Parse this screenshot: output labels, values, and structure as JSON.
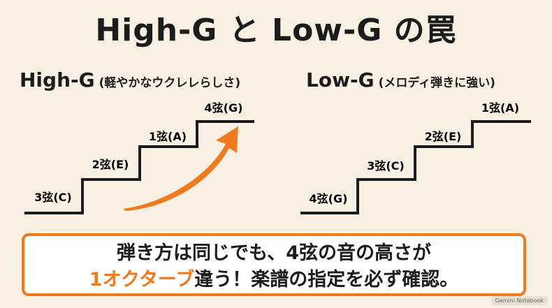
{
  "title": "High-G と Low-G の罠",
  "high_g": {
    "label": "High-G",
    "note": "(軽やかなウクレレらしさ)",
    "steps": [
      "3弦(C)",
      "2弦(E)",
      "1弦(A)",
      "4弦(G)"
    ]
  },
  "low_g": {
    "label": "Low-G",
    "note": "(メロディ弾きに強い)",
    "steps": [
      "4弦(G)",
      "3弦(C)",
      "2弦(E)",
      "1弦(A)"
    ]
  },
  "callout": {
    "line1": "弾き方は同じでも、4弦の音の高さが",
    "line2_accent": "1オクターブ",
    "line2_rest": "違う！楽譜の指定を必ず確認。"
  },
  "badge": "Gemini Notebook",
  "colors": {
    "background": "#f8f1e3",
    "accent": "#f07a1e",
    "stair": "#1c1c1c"
  }
}
